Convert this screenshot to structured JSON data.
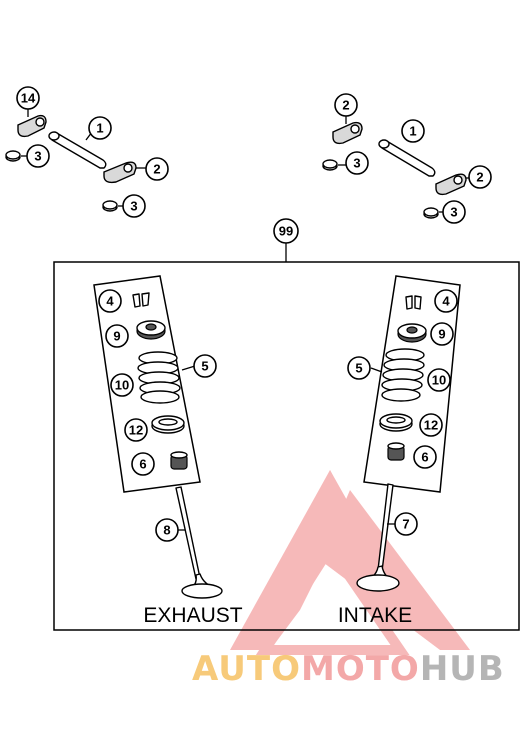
{
  "callouts": {
    "c14": "14",
    "c1_left": "1",
    "c3_left_a": "3",
    "c2_left": "2",
    "c3_left_b": "3",
    "c2_right_top": "2",
    "c1_right": "1",
    "c3_right_a": "3",
    "c2_right_b": "2",
    "c3_right_b": "3",
    "c99": "99",
    "c4_left": "4",
    "c9_left": "9",
    "c5_left": "5",
    "c10_left": "10",
    "c12_left": "12",
    "c6_left": "6",
    "c4_right": "4",
    "c9_right": "9",
    "c5_right": "5",
    "c10_right": "10",
    "c12_right": "12",
    "c6_right": "6",
    "c8": "8",
    "c7": "7"
  },
  "labels": {
    "exhaust": "EXHAUST",
    "intake": "INTAKE"
  },
  "watermark": {
    "part1": "AUTO",
    "part2": "MOTO",
    "part3": "HUB",
    "color1": "#f6c163",
    "color2": "#f29a9a",
    "color3": "#a9a9a9",
    "logo_color": "#e84040"
  }
}
